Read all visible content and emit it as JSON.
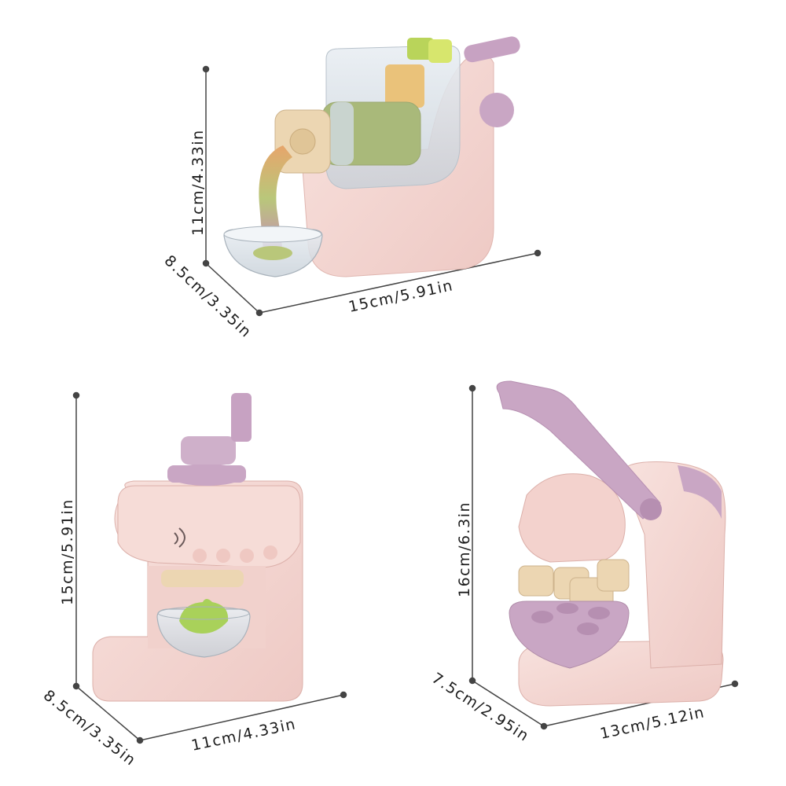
{
  "products": [
    {
      "name": "",
      "dimensions": {
        "height": "11cm/4.33in",
        "depth": "8.5cm/3.35in",
        "width": "15cm/5.91in"
      }
    },
    {
      "name": "",
      "dimensions": {
        "height": "15cm/5.91in",
        "depth": "8.5cm/3.35in",
        "width": "11cm/4.33in"
      }
    },
    {
      "name": "",
      "dimensions": {
        "height": "16cm/6.3in",
        "depth": "7.5cm/2.95in",
        "width": "13cm/5.12in"
      }
    }
  ],
  "colors": {
    "body_pink": "#f3d6d2",
    "accent_lilac": "#c9a6c4",
    "cream": "#ead7b6",
    "dimension_line": "#444444"
  }
}
